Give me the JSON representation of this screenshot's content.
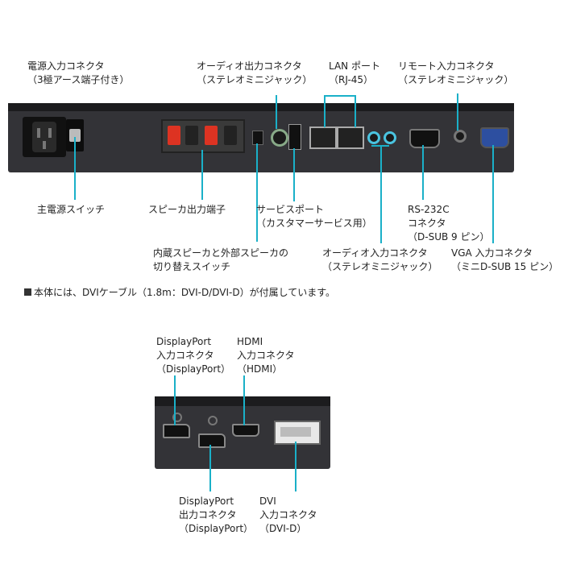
{
  "accent_color": "#1ab0c8",
  "panel_color": "#333337",
  "top_labels": {
    "power_inlet": [
      "電源入力コネクタ",
      "（3極アース端子付き）"
    ],
    "audio_out": [
      "オーディオ出力コネクタ",
      "（ステレオミニジャック）"
    ],
    "lan_port": [
      "LAN ポート",
      "（RJ-45）"
    ],
    "remote_in": [
      "リモート入力コネクタ",
      "（ステレオミニジャック）"
    ]
  },
  "bottom_labels": {
    "main_power_switch": [
      "主電源スイッチ"
    ],
    "speaker_out": [
      "スピーカ出力端子"
    ],
    "service_port": [
      "サービスポート",
      "（カスタマーサービス用）"
    ],
    "speaker_switch": [
      "内蔵スピーカと外部スピーカの",
      "切り替えスイッチ"
    ],
    "rs232c": [
      "RS-232C",
      "コネクタ",
      "（D-SUB 9 ピン）"
    ],
    "audio_in": [
      "オーディオ入力コネクタ",
      "（ステレオミニジャック）"
    ],
    "vga_in": [
      "VGA 入力コネクタ",
      "（ミニD-SUB 15 ピン）"
    ]
  },
  "note": "本体には、DVIケーブル（1.8m：DVI-D/DVI-D）が付属しています。",
  "panel2_top_labels": {
    "displayport_in": [
      "DisplayPort",
      "入力コネクタ",
      "（DisplayPort）"
    ],
    "hdmi_in": [
      "HDMI",
      "入力コネクタ",
      "（HDMI）"
    ]
  },
  "panel2_bottom_labels": {
    "displayport_out": [
      "DisplayPort",
      "出力コネクタ",
      "（DisplayPort）"
    ],
    "dvi_in": [
      "DVI",
      "入力コネクタ",
      "（DVI-D）"
    ]
  }
}
